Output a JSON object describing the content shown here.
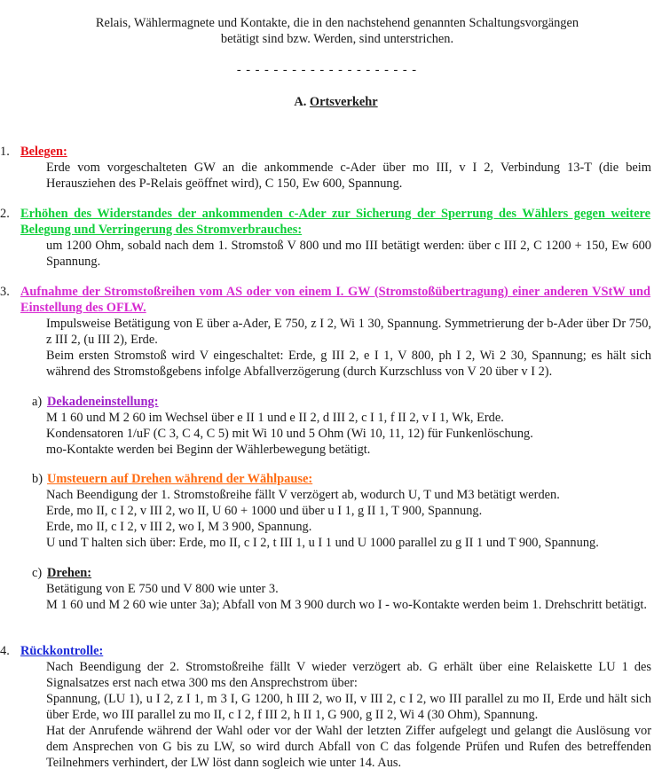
{
  "intro": {
    "line1": "Relais, Wählermagnete und Kontakte, die in den nachstehend genannten Schaltungsvorgängen",
    "line2": "betätigt sind bzw. Werden, sind unterstrichen."
  },
  "separator": "- - - - - - - - - - - - - - - - - - - -",
  "heading": {
    "prefix": "A. ",
    "label": "Ortsverkehr"
  },
  "colors": {
    "s1": "#e8101a",
    "s2": "#0fcf3a",
    "s3": "#d62ad0",
    "sa": "#a020c8",
    "sb": "#ff6a10",
    "sc": "#1a1a1a",
    "s4": "#1a28d8"
  },
  "sections": {
    "s1": {
      "number": "1.",
      "title": "Belegen:",
      "text": "Erde vom vorgeschalteten GW an die ankommende c-Ader über mo III, v I 2, Verbindung 13-T (die beim Herausziehen des P-Relais geöffnet wird), C 150, Ew 600, Spannung."
    },
    "s2": {
      "number": "2.",
      "title": "Erhöhen des Widerstandes der ankommenden c-Ader zur Sicherung der Sperrung des Wählers gegen weitere Belegung und Verringerung des Stromverbrauches:",
      "text": "um 1200 Ohm, sobald nach dem 1. Stromstoß V 800 und mo III betätigt werden: über c III 2, C 1200 + 150, Ew 600 Spannung."
    },
    "s3": {
      "number": "3.",
      "title": "Aufnahme der Stromstoßreihen vom AS oder von einem I. GW (Stromstoßübertragung) einer anderen VStW und Einstellung des OFLW.",
      "p1": "Impulsweise Betätigung von E über a-Ader, E 750, z I 2, Wi 1   30, Spannung. Symmetrierung der b-Ader über Dr 750, z III 2, (u III 2), Erde.",
      "p2": "Beim ersten Stromstoß wird V eingeschaltet: Erde, g III 2, e I 1, V 800, ph I 2, Wi 2 30, Spannung; es hält sich während des Stromstoßgebens infolge Abfallverzögerung (durch Kurzschluss von V 20 über v I 2)."
    },
    "sa": {
      "number": "a)",
      "title": "Dekadeneinstellung:",
      "l1": "M 1  60 und M 2  60 im Wechsel über e II 1 und e II 2, d III 2, c I 1, f II 2, v I 1, Wk, Erde.",
      "l2": "Kondensatoren 1/uF (C 3, C 4, C 5) mit Wi 10 und 5 Ohm (Wi 10, 11, 12) für Funkenlöschung.",
      "l3": "mo-Kontakte werden bei Beginn der Wählerbewegung betätigt."
    },
    "sb": {
      "number": "b)",
      "title": "Umsteuern auf Drehen während der Wählpause:",
      "l1": "Nach Beendigung der 1. Stromstoßreihe fällt V verzögert ab, wodurch U, T und M3 betätigt werden.",
      "l2": "Erde, mo II, c I 2, v III 2, wo II, U 60 + 1000 und über u I 1, g II 1, T 900, Spannung.",
      "l3": "Erde, mo II, c I 2, v III 2, wo I, M 3 900, Spannung.",
      "l4": "U und T halten sich über: Erde, mo II, c I 2, t III 1, u I 1 und U 1000 parallel zu g II 1 und T 900,  Spannung."
    },
    "sc": {
      "number": "c)",
      "title": "Drehen:",
      "l1": "Betätigung von E 750 und V 800 wie unter 3.",
      "l2": "M 1  60 und M 2  60 wie unter 3a); Abfall von M 3  900 durch wo I - wo-Kontakte werden beim 1. Drehschritt betätigt."
    },
    "s4": {
      "number": "4.",
      "title": "Rückkontrolle:",
      "p1": "Nach Beendigung der 2. Stromstoßreihe fällt V wieder verzögert ab. G erhält über eine Relaiskette LU 1 des Signalsatzes erst nach etwa 300 ms den Ansprechstrom über:",
      "p2": "Spannung, (LU 1), u I 2, z I 1, m 3 I, G 1200, h III 2, wo II, v III 2, c I 2, wo III parallel zu mo II, Erde und hält sich über Erde, wo III parallel zu mo II, c I 2, f III 2, h II 1, G 900, g II 2, Wi 4 (30 Ohm), Spannung.",
      "p3": "Hat der Anrufende während der Wahl oder vor der Wahl der letzten Ziffer aufgelegt und gelangt die Auslösung vor dem Ansprechen von G bis zu LW, so wird durch Abfall von C das folgende Prüfen und Rufen des betreffenden Teilnehmers verhindert, der LW löst dann sogleich wie unter 14. Aus."
    }
  }
}
